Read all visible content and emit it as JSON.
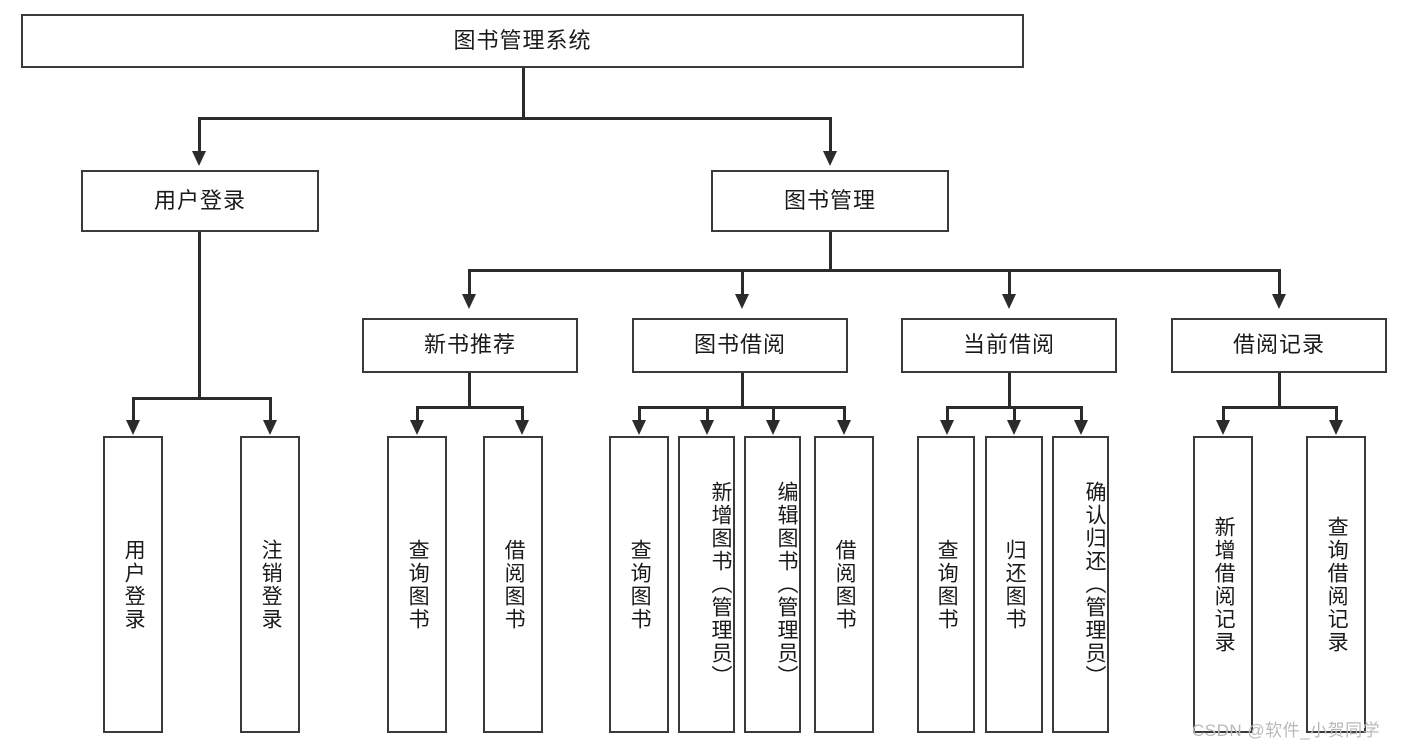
{
  "diagram": {
    "title": "图书管理系统",
    "type": "hierarchy-tree",
    "root": {
      "label": "图书管理系统"
    },
    "level2": [
      {
        "label": "用户登录"
      },
      {
        "label": "图书管理"
      }
    ],
    "level3": [
      {
        "label": "新书推荐"
      },
      {
        "label": "图书借阅"
      },
      {
        "label": "当前借阅"
      },
      {
        "label": "借阅记录"
      }
    ],
    "leaves": {
      "user_login": [
        {
          "label": "用户登录"
        },
        {
          "label": "注销登录"
        }
      ],
      "new_book_recommend": [
        {
          "label": "查询图书"
        },
        {
          "label": "借阅图书"
        }
      ],
      "book_borrow": [
        {
          "label": "查询图书"
        },
        {
          "label": "新增图书（管理员）"
        },
        {
          "label": "编辑图书（管理员）"
        },
        {
          "label": "借阅图书"
        }
      ],
      "current_borrow": [
        {
          "label": "查询图书"
        },
        {
          "label": "归还图书"
        },
        {
          "label": "确认归还（管理员）"
        }
      ],
      "borrow_record": [
        {
          "label": "新增借阅记录"
        },
        {
          "label": "查询借阅记录"
        }
      ]
    }
  },
  "watermark": {
    "text": "CSDN @软件_小贺同学"
  },
  "colors": {
    "border": "#3a3a3a",
    "line": "#2b2b2b",
    "text": "#1a1a1a",
    "background": "#ffffff",
    "watermark": "#b9b9b9"
  }
}
